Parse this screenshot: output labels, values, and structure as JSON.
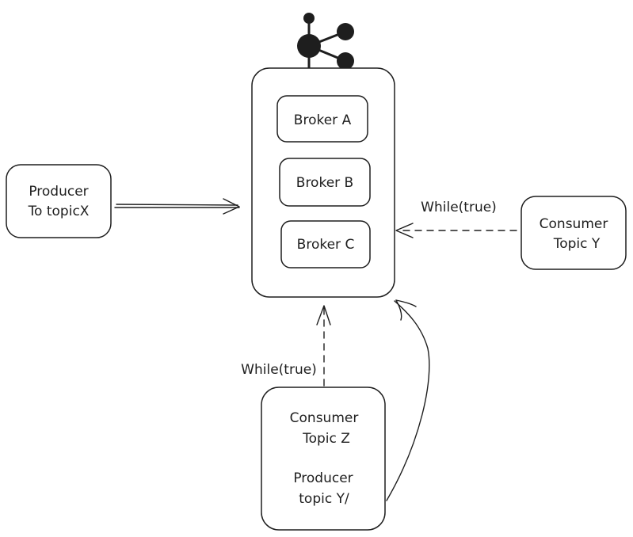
{
  "diagram": {
    "logo": {
      "icon": "kafka-logo-icon"
    },
    "cluster": {
      "brokers": [
        {
          "label": "Broker A"
        },
        {
          "label": "Broker B"
        },
        {
          "label": "Broker C"
        }
      ]
    },
    "producer_x": {
      "line1": "Producer",
      "line2": "To topicX"
    },
    "consumer_y": {
      "line1": "Consumer",
      "line2": "Topic Y"
    },
    "client_z": {
      "line1": "Consumer",
      "line2": "Topic Z",
      "line3": "Producer",
      "line4": "topic Y/"
    },
    "edges": {
      "consumer_y_poll": {
        "label": "While(true)"
      },
      "consumer_z_poll": {
        "label": "While(true)"
      }
    }
  }
}
